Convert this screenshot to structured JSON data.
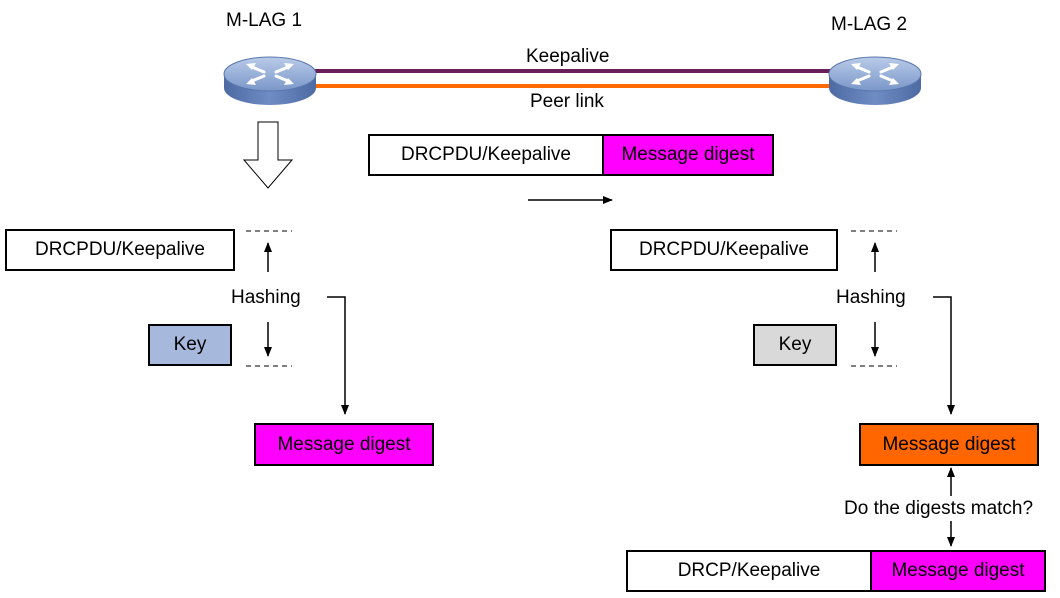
{
  "devices": {
    "left_label": "M-LAG 1",
    "right_label": "M-LAG 2"
  },
  "links": {
    "keepalive_label": "Keepalive",
    "peer_link_label": "Peer link",
    "keepalive_color": "#6a1f5a",
    "peer_link_color": "#ff6a00"
  },
  "transmitted": {
    "payload": "DRCPDU/Keepalive",
    "digest": "Message digest"
  },
  "left_side": {
    "payload": "DRCPDU/Keepalive",
    "hashing": "Hashing",
    "key": "Key",
    "digest": "Message digest",
    "key_color": "#a6b8dc",
    "digest_color": "#ff00ff"
  },
  "right_side": {
    "payload": "DRCPDU/Keepalive",
    "hashing": "Hashing",
    "key": "Key",
    "digest": "Message digest",
    "key_color": "#d9d9d9",
    "digest_color": "#ff6600",
    "question": "Do the digests match?",
    "received_payload": "DRCP/Keepalive",
    "received_digest": "Message digest"
  },
  "icons": [
    "switch-icon",
    "hollow-down-arrow-icon"
  ]
}
